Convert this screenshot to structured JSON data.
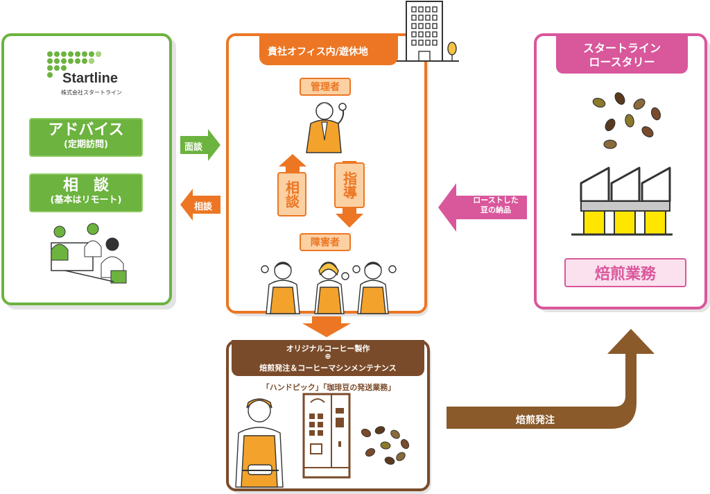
{
  "colors": {
    "green": "#6cb33f",
    "orange": "#ec7623",
    "light_orange": "#fbd0a3",
    "pink": "#d9579b",
    "light_pink": "#fbe1ee",
    "brown": "#7a4b2a"
  },
  "left": {
    "brand_name": "Startline",
    "brand_sub": "株式会社スタートライン",
    "advice_title": "アドバイス",
    "advice_sub": "(定期訪問)",
    "consult_title": "相　談",
    "consult_sub": "(基本はリモート)"
  },
  "arrows": {
    "interview": "面談",
    "consult": "相談",
    "roast_delivery": "ローストした\n豆の納品",
    "roast_order": "焙煎発注"
  },
  "center": {
    "header": "貴社オフィス内/遊休地",
    "manager": "管理者",
    "consult_vertical": "相談",
    "guide_vertical": "指導",
    "disabled": "障害者"
  },
  "right": {
    "header": "スタートライン\nロースタリー",
    "roasting_work": "焙煎業務"
  },
  "bottom": {
    "line1": "オリジナルコーヒー製作",
    "plus": "⊕",
    "line2": "焙煎発注＆コーヒーマシンメンテナンス",
    "line3": "「ハンドピック」「珈琲豆の発送業務」"
  }
}
